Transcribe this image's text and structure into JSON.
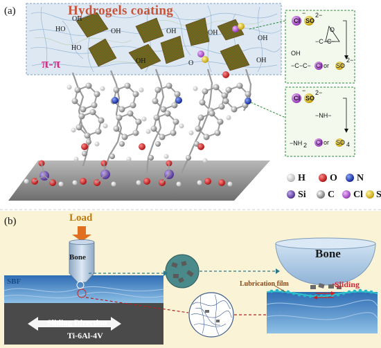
{
  "panel_a": {
    "label": "(a)",
    "coating_title": "Hydrogels coating",
    "pi_pi": "π-π",
    "surface_groups": [
      "OH",
      "OH",
      "OH",
      "OH",
      "OH",
      "OH",
      "OH",
      "O"
    ],
    "reaction_top": {
      "anion_left": "Cl⁻",
      "anion_right": "SO₄²⁻",
      "product": "C–C–Cl or SO₄²⁻",
      "hydroxyl": "OH"
    },
    "reaction_bottom": {
      "anion_left": "Cl⁻",
      "anion_right": "SO₄²⁻",
      "amine": "–NH–",
      "product": "–NH₂–Cl or SO₄"
    },
    "legend": [
      {
        "symbol": "H",
        "color": "#e8e8e8"
      },
      {
        "symbol": "O",
        "color": "#cc1a1a"
      },
      {
        "symbol": "N",
        "color": "#1a3ab8"
      },
      {
        "symbol": "Si",
        "color": "#6a4aa8"
      },
      {
        "symbol": "C",
        "color": "#8a8a8a"
      },
      {
        "symbol": "Cl",
        "color": "#b060d0"
      },
      {
        "symbol": "S",
        "color": "#e8c81a"
      }
    ]
  },
  "panel_b": {
    "label": "(b)",
    "load": "Load",
    "bone_small": "Bone",
    "bone_large": "Bone",
    "sbf": "SBF",
    "lubrication_film": "Lubrication film",
    "sliding": "Sliding",
    "sliding_direction": "Sliding Direction",
    "alloy": "Ti-6Al-4V"
  },
  "colors": {
    "accent_title": "#c8553a",
    "pipi": "#d0308a",
    "panel_b_bg": "#fbf3d6",
    "hydrogel_blue": "#3a72b8",
    "substrate": "#4a4a4a"
  }
}
